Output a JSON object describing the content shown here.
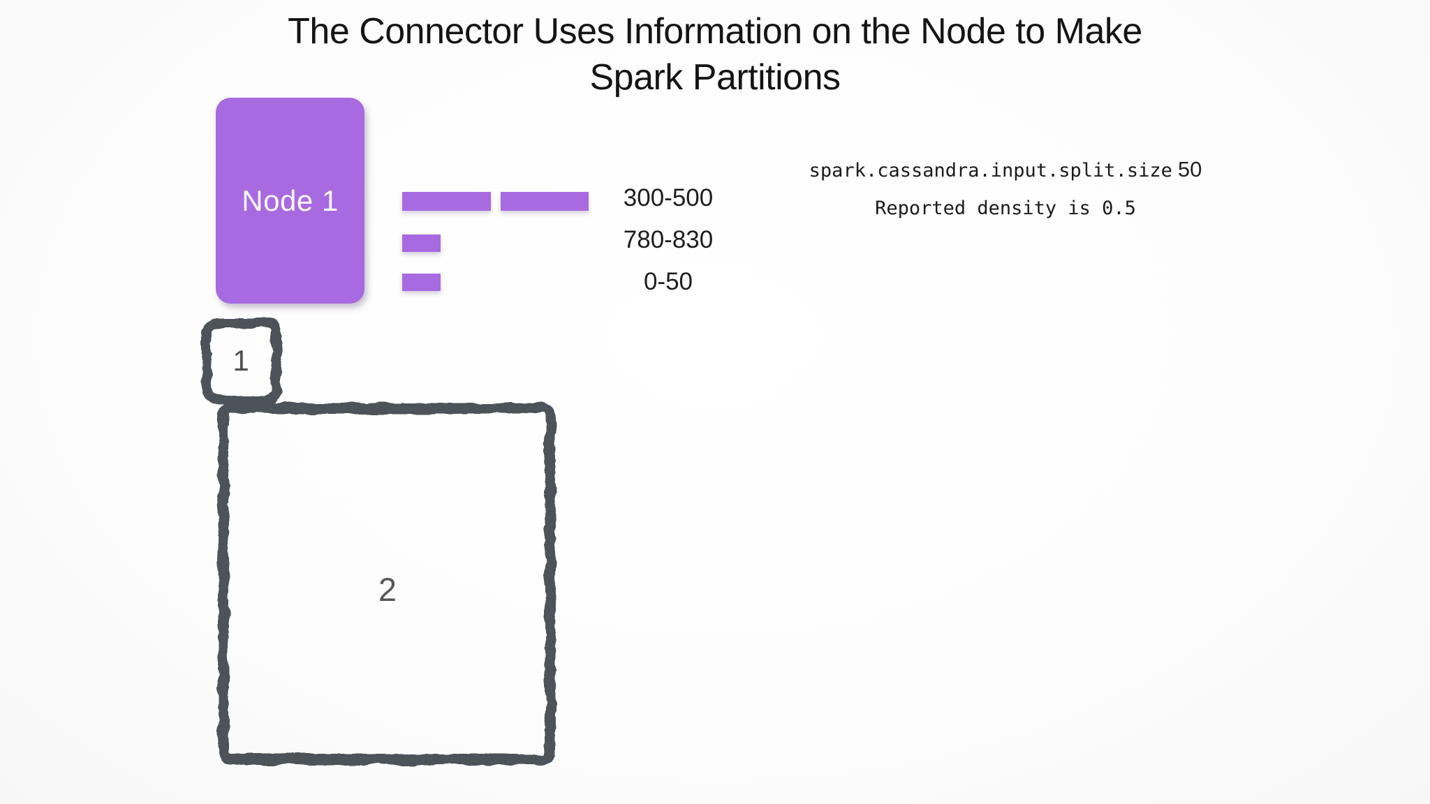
{
  "slide": {
    "title_line1": "The Connector Uses Information on the Node to Make",
    "title_line2": "Spark Partitions"
  },
  "node": {
    "label": "Node 1"
  },
  "token_ranges": [
    {
      "label": "300-500",
      "bar_segments": 2
    },
    {
      "label": "780-830",
      "bar_segments": 1
    },
    {
      "label": "0-50",
      "bar_segments": 1
    }
  ],
  "config": {
    "split_size_key": "spark.cassandra.input.split.size",
    "split_size_value": "50",
    "density_line": "Reported density is 0.5"
  },
  "spark_partitions": [
    {
      "label": "1"
    },
    {
      "label": "2"
    }
  ],
  "colors": {
    "purple": "#a76ae0",
    "sketch_gray": "#4d5259",
    "title_text": "#141414"
  }
}
